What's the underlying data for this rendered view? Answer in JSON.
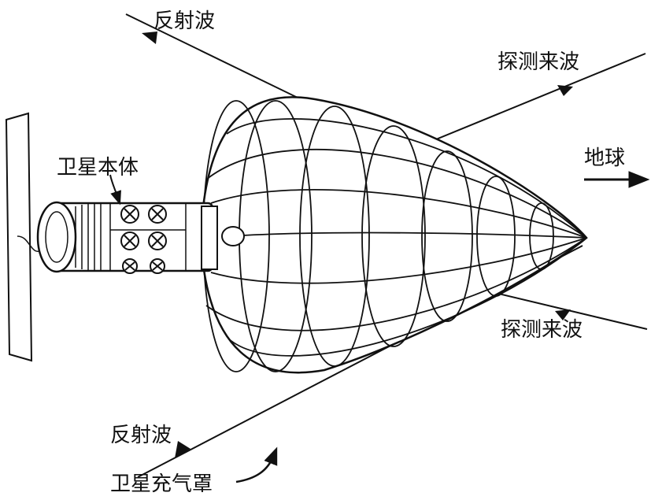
{
  "labels": {
    "reflected_wave_top": "反射波",
    "probe_wave_top": "探测来波",
    "earth": "地球",
    "satellite_body": "卫星本体",
    "probe_wave_bottom": "探测来波",
    "reflected_wave_bottom": "反射波",
    "inflatable_shield": "卫星充气罩"
  },
  "colors": {
    "line": "#111111",
    "background": "#ffffff"
  }
}
